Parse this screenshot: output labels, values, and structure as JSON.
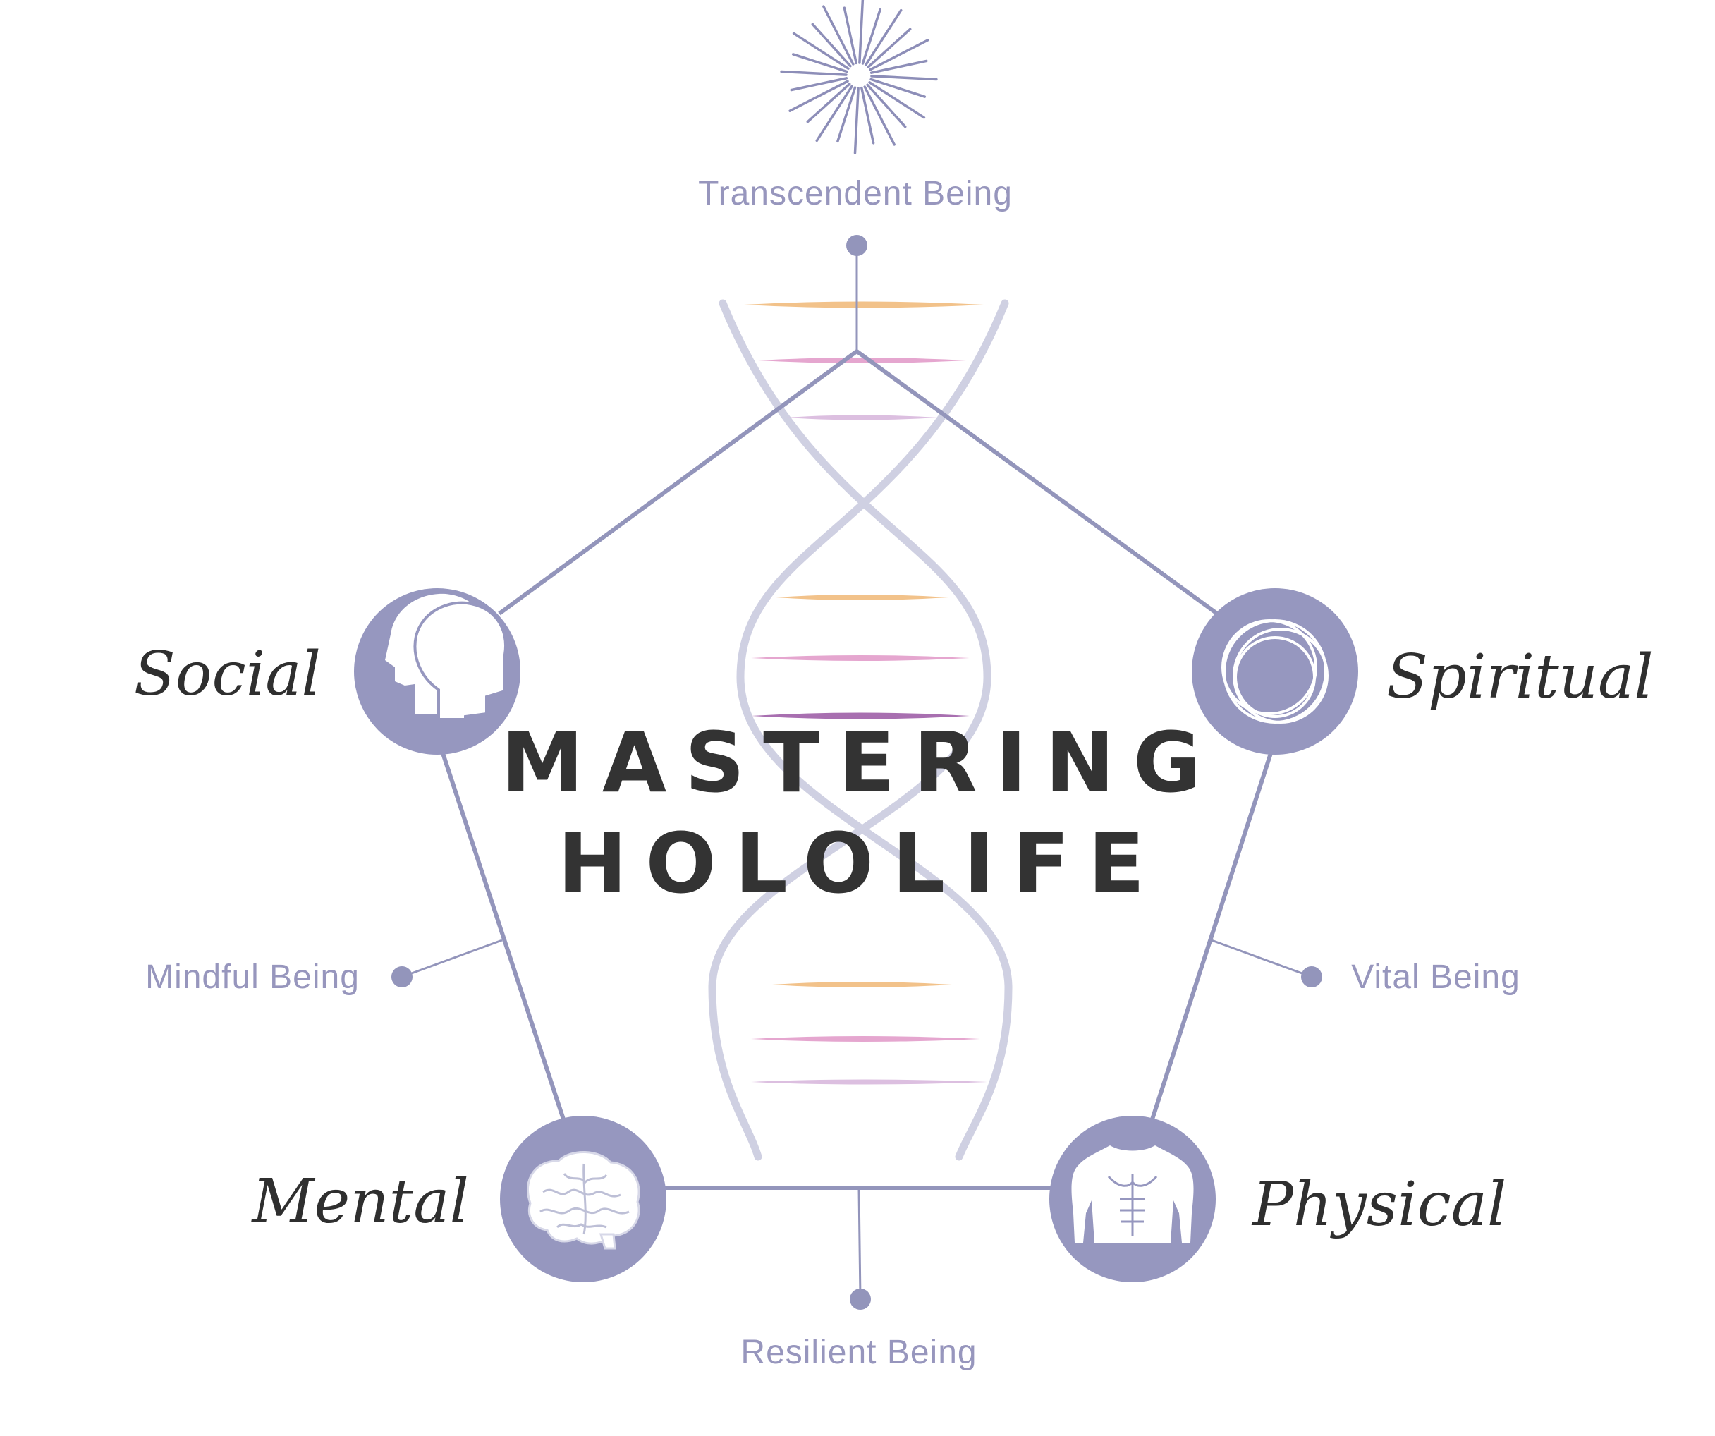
{
  "title": {
    "line1": "MASTERING",
    "line2": "HOLOLIFE"
  },
  "nodes": {
    "social": {
      "label": "Social",
      "icon": "two-heads-icon"
    },
    "spiritual": {
      "label": "Spiritual",
      "icon": "overlapping-circles-icon"
    },
    "mental": {
      "label": "Mental",
      "icon": "brain-icon"
    },
    "physical": {
      "label": "Physical",
      "icon": "torso-icon"
    }
  },
  "beings": {
    "transcendent": {
      "label": "Transcendent Being",
      "icon": "sunburst-icon"
    },
    "mindful": {
      "label": "Mindful Being"
    },
    "vital": {
      "label": "Vital Being"
    },
    "resilient": {
      "label": "Resilient Being"
    }
  },
  "colors": {
    "accent": "#9697bf",
    "helix": "#cfd0e2",
    "title": "#333333",
    "rung_orange": "#f2c28a",
    "rung_pink": "#e5a6cf",
    "rung_purple": "#a86fb0",
    "rung_light": "#dcbfe0"
  }
}
